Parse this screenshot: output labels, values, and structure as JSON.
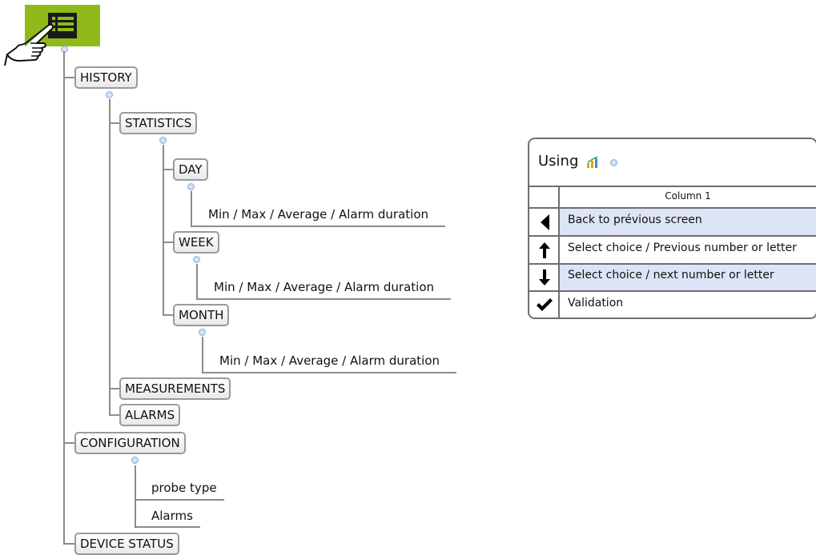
{
  "tree": {
    "history": "HISTORY",
    "statistics": "STATISTICS",
    "day": "DAY",
    "week": "WEEK",
    "month": "MONTH",
    "day_leaf": "Min / Max / Average / Alarm duration",
    "week_leaf": "Min / Max / Average / Alarm duration",
    "month_leaf": "Min / Max / Average / Alarm duration",
    "measurements": "MEASUREMENTS",
    "alarms": "ALARMS",
    "configuration": "CONFIGURATION",
    "probe_type": "probe type",
    "config_alarms": "Alarms",
    "device_status": "DEVICE STATUS"
  },
  "menu_button": {
    "icon": "menu-list-icon",
    "color": "#8fba1a"
  },
  "legend_table": {
    "title": "Using",
    "column_header": "Column 1",
    "rows": [
      {
        "icon": "arrow-left-icon",
        "text": "Back to prévious screen"
      },
      {
        "icon": "arrow-up-icon",
        "text": "Select choice / Previous number or letter"
      },
      {
        "icon": "arrow-down-icon",
        "text": "Select choice / next number or letter"
      },
      {
        "icon": "check-icon",
        "text": "Validation"
      }
    ],
    "highlight_color": "#dde4f6"
  }
}
